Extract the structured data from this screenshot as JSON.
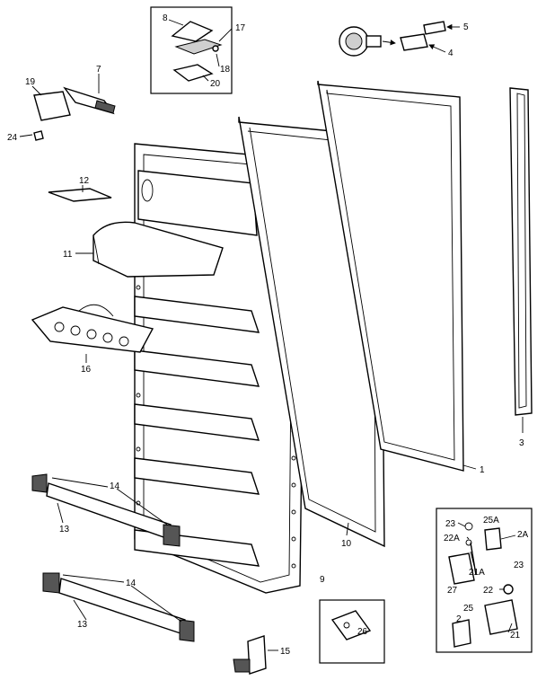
{
  "labels": {
    "l1": "1",
    "l2": "2",
    "l2a": "2A",
    "l3": "3",
    "l4": "4",
    "l5": "5",
    "l7": "7",
    "l8": "8",
    "l9": "9",
    "l10": "10",
    "l11": "11",
    "l12": "12",
    "l13a": "13",
    "l13b": "13",
    "l14a": "14",
    "l14b": "14",
    "l15": "15",
    "l16": "16",
    "l17": "17",
    "l18": "18",
    "l19": "19",
    "l20": "20",
    "l21": "21",
    "l21a": "21A",
    "l22": "22",
    "l22a": "22A",
    "l23a": "23",
    "l23b": "23",
    "l24": "24",
    "l25": "25",
    "l25a": "25A",
    "l26": "26",
    "l27": "27"
  }
}
